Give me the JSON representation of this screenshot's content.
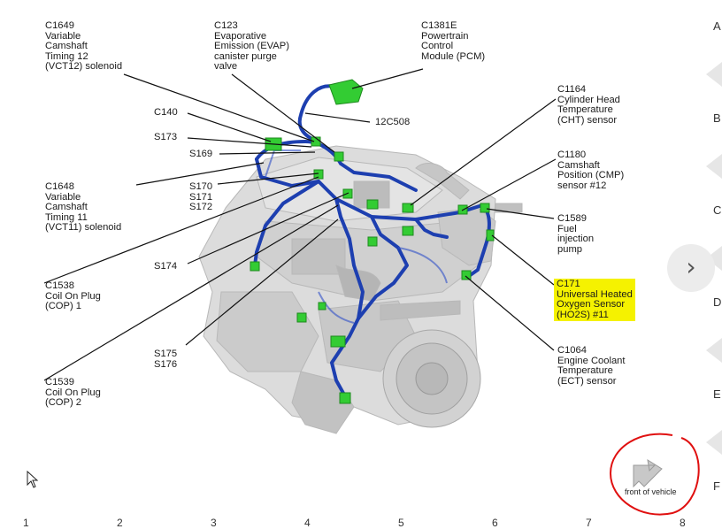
{
  "labels": {
    "c1649": "C1649\nVariable\nCamshaft\nTiming 12\n(VCT12) solenoid",
    "c123": "C123\nEvaporative\nEmission (EVAP)\ncanister purge\nvalve",
    "c1381e": "C1381E\nPowertrain\nControl\nModule (PCM)",
    "c140": "C140",
    "s173": "S173",
    "s169": "S169",
    "c12c508": "12C508",
    "c1164": "C1164\nCylinder Head\nTemperature\n(CHT) sensor",
    "c1180": "C1180\nCamshaft\nPosition (CMP)\nsensor #12",
    "c1648": "C1648\nVariable\nCamshaft\nTiming 11\n(VCT11) solenoid",
    "s170": "S170\nS171\nS172",
    "c1589": "C1589\nFuel\ninjection\npump",
    "s174": "S174",
    "c1538": "C1538\nCoil On Plug\n(COP) 1",
    "c171": "C171\nUniversal Heated\nOxygen Sensor\n(HO2S) #11",
    "s175": "S175\nS176",
    "c1064": "C1064\nEngine Coolant\nTemperature\n(ECT) sensor",
    "c1539": "C1539\nCoil On Plug\n(COP) 2",
    "front_of_vehicle": "front of vehicle"
  },
  "zone_letters": [
    "A",
    "B",
    "C",
    "D",
    "E",
    "F"
  ],
  "bottom_numbers": [
    "1",
    "2",
    "3",
    "4",
    "5",
    "6",
    "7",
    "8"
  ],
  "next_glyph": "›",
  "colors": {
    "harness": "#1d3fb0",
    "connector": "#33cc33",
    "highlight": "#f5f200",
    "annotation_circle": "#e01010",
    "engine": "#cfcfcf"
  },
  "icons": [
    "next-arrow-icon",
    "front-arrow-icon",
    "mouse-cursor-icon"
  ]
}
